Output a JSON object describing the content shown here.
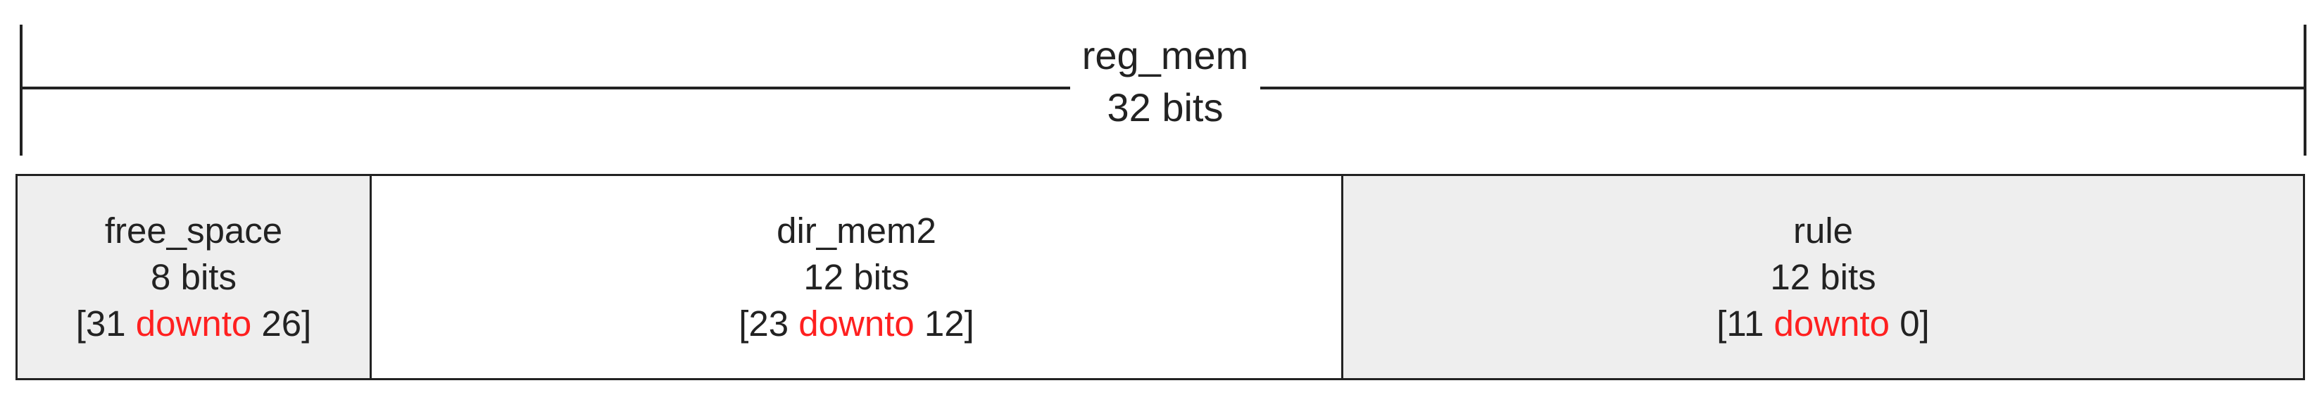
{
  "register": {
    "name": "reg_mem",
    "width_label": "32 bits"
  },
  "fields": [
    {
      "name": "free_space",
      "width_label": "8 bits",
      "range_open": "[31",
      "range_keyword": "downto",
      "range_close": "26]",
      "fill": "#eeeeee"
    },
    {
      "name": "dir_mem2",
      "width_label": "12 bits",
      "range_open": "[23",
      "range_keyword": "downto",
      "range_close": "12]",
      "fill": "#ffffff"
    },
    {
      "name": "rule",
      "width_label": "12 bits",
      "range_open": "[11",
      "range_keyword": "downto",
      "range_close": "0]",
      "fill": "#eeeeee"
    }
  ],
  "colors": {
    "line": "#222222",
    "keyword": "#ff2020",
    "shaded_fill": "#eeeeee"
  }
}
